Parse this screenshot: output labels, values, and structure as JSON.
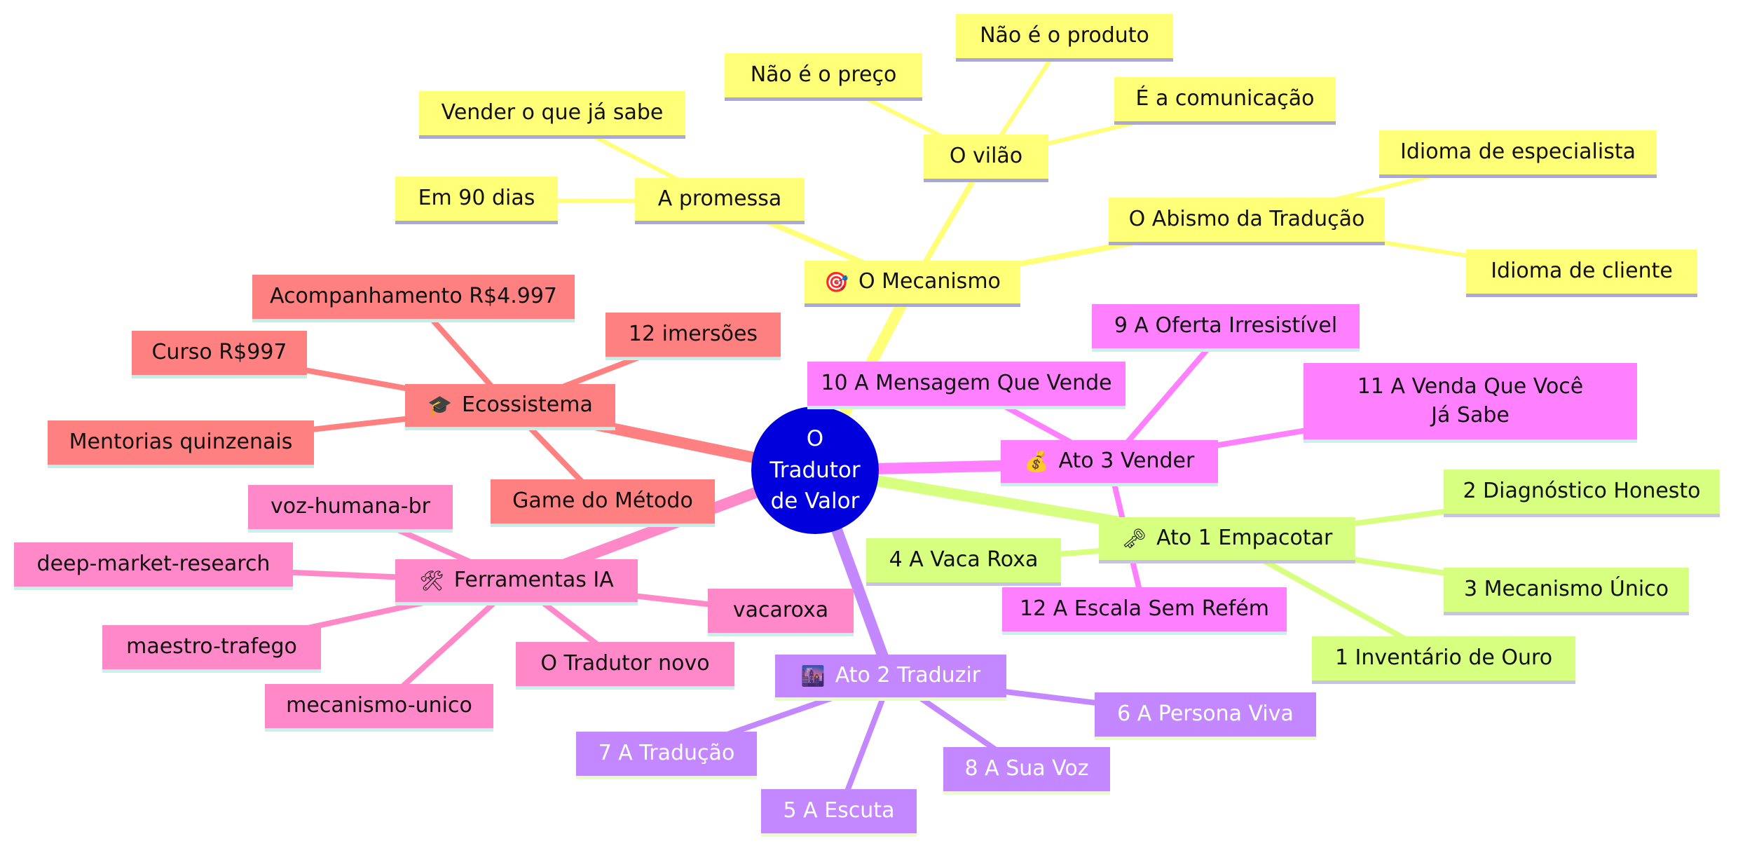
{
  "root": {
    "label": "O Tradutor de Valor"
  },
  "colors": {
    "root": "#0000dc",
    "yellow": "#ffff78",
    "red": "#ff8080",
    "pink": "#ff80ff",
    "green": "#d7ff80",
    "purple": "#c388ff",
    "rose": "#ff88c8"
  },
  "branches": {
    "mecanismo": {
      "label": "O Mecanismo",
      "icon": "🎯",
      "icon_name": "target-icon",
      "children": {
        "promessa": {
          "label": "A promessa",
          "children": [
            "Vender o que já sabe",
            "Em 90 dias"
          ]
        },
        "vilao": {
          "label": "O vilão",
          "children": [
            "Não é o preço",
            "Não é o produto",
            "É a comunicação"
          ]
        },
        "abismo": {
          "label": "O Abismo da Tradução",
          "children": [
            "Idioma de especialista",
            "Idioma de cliente"
          ]
        }
      }
    },
    "ecossistema": {
      "label": "Ecossistema",
      "icon": "🎓",
      "icon_name": "graduation-cap-icon",
      "children": [
        "Acompanhamento R$4.997",
        "12 imersões",
        "Curso R$997",
        "Mentorias quinzenais",
        "Game do Método"
      ]
    },
    "ferramentas": {
      "label": "Ferramentas IA",
      "icon": "🛠",
      "icon_name": "tools-icon",
      "children": [
        "voz-humana-br",
        "deep-market-research",
        "vacaroxa",
        "maestro-trafego",
        "O Tradutor novo",
        "mecanismo-unico"
      ]
    },
    "ato3": {
      "label": "Ato 3 Vender",
      "icon": "💰",
      "icon_name": "money-bag-icon",
      "children": [
        "9 A Oferta Irresistível",
        "10 A Mensagem Que Vende",
        "11 A Venda Que Você Já Sabe",
        "12 A Escala Sem Refém"
      ]
    },
    "ato1": {
      "label": "Ato 1 Empacotar",
      "icon": "🗝",
      "icon_name": "key-icon",
      "children": [
        "2 Diagnóstico Honesto",
        "4 A Vaca Roxa",
        "3 Mecanismo Único",
        "1 Inventário de Ouro"
      ]
    },
    "ato2": {
      "label": "Ato 2 Traduzir",
      "icon": "🌆",
      "icon_name": "city-icon",
      "children": [
        "6 A Persona Viva",
        "7 A Tradução",
        "8 A Sua Voz",
        "5 A Escuta"
      ]
    }
  }
}
